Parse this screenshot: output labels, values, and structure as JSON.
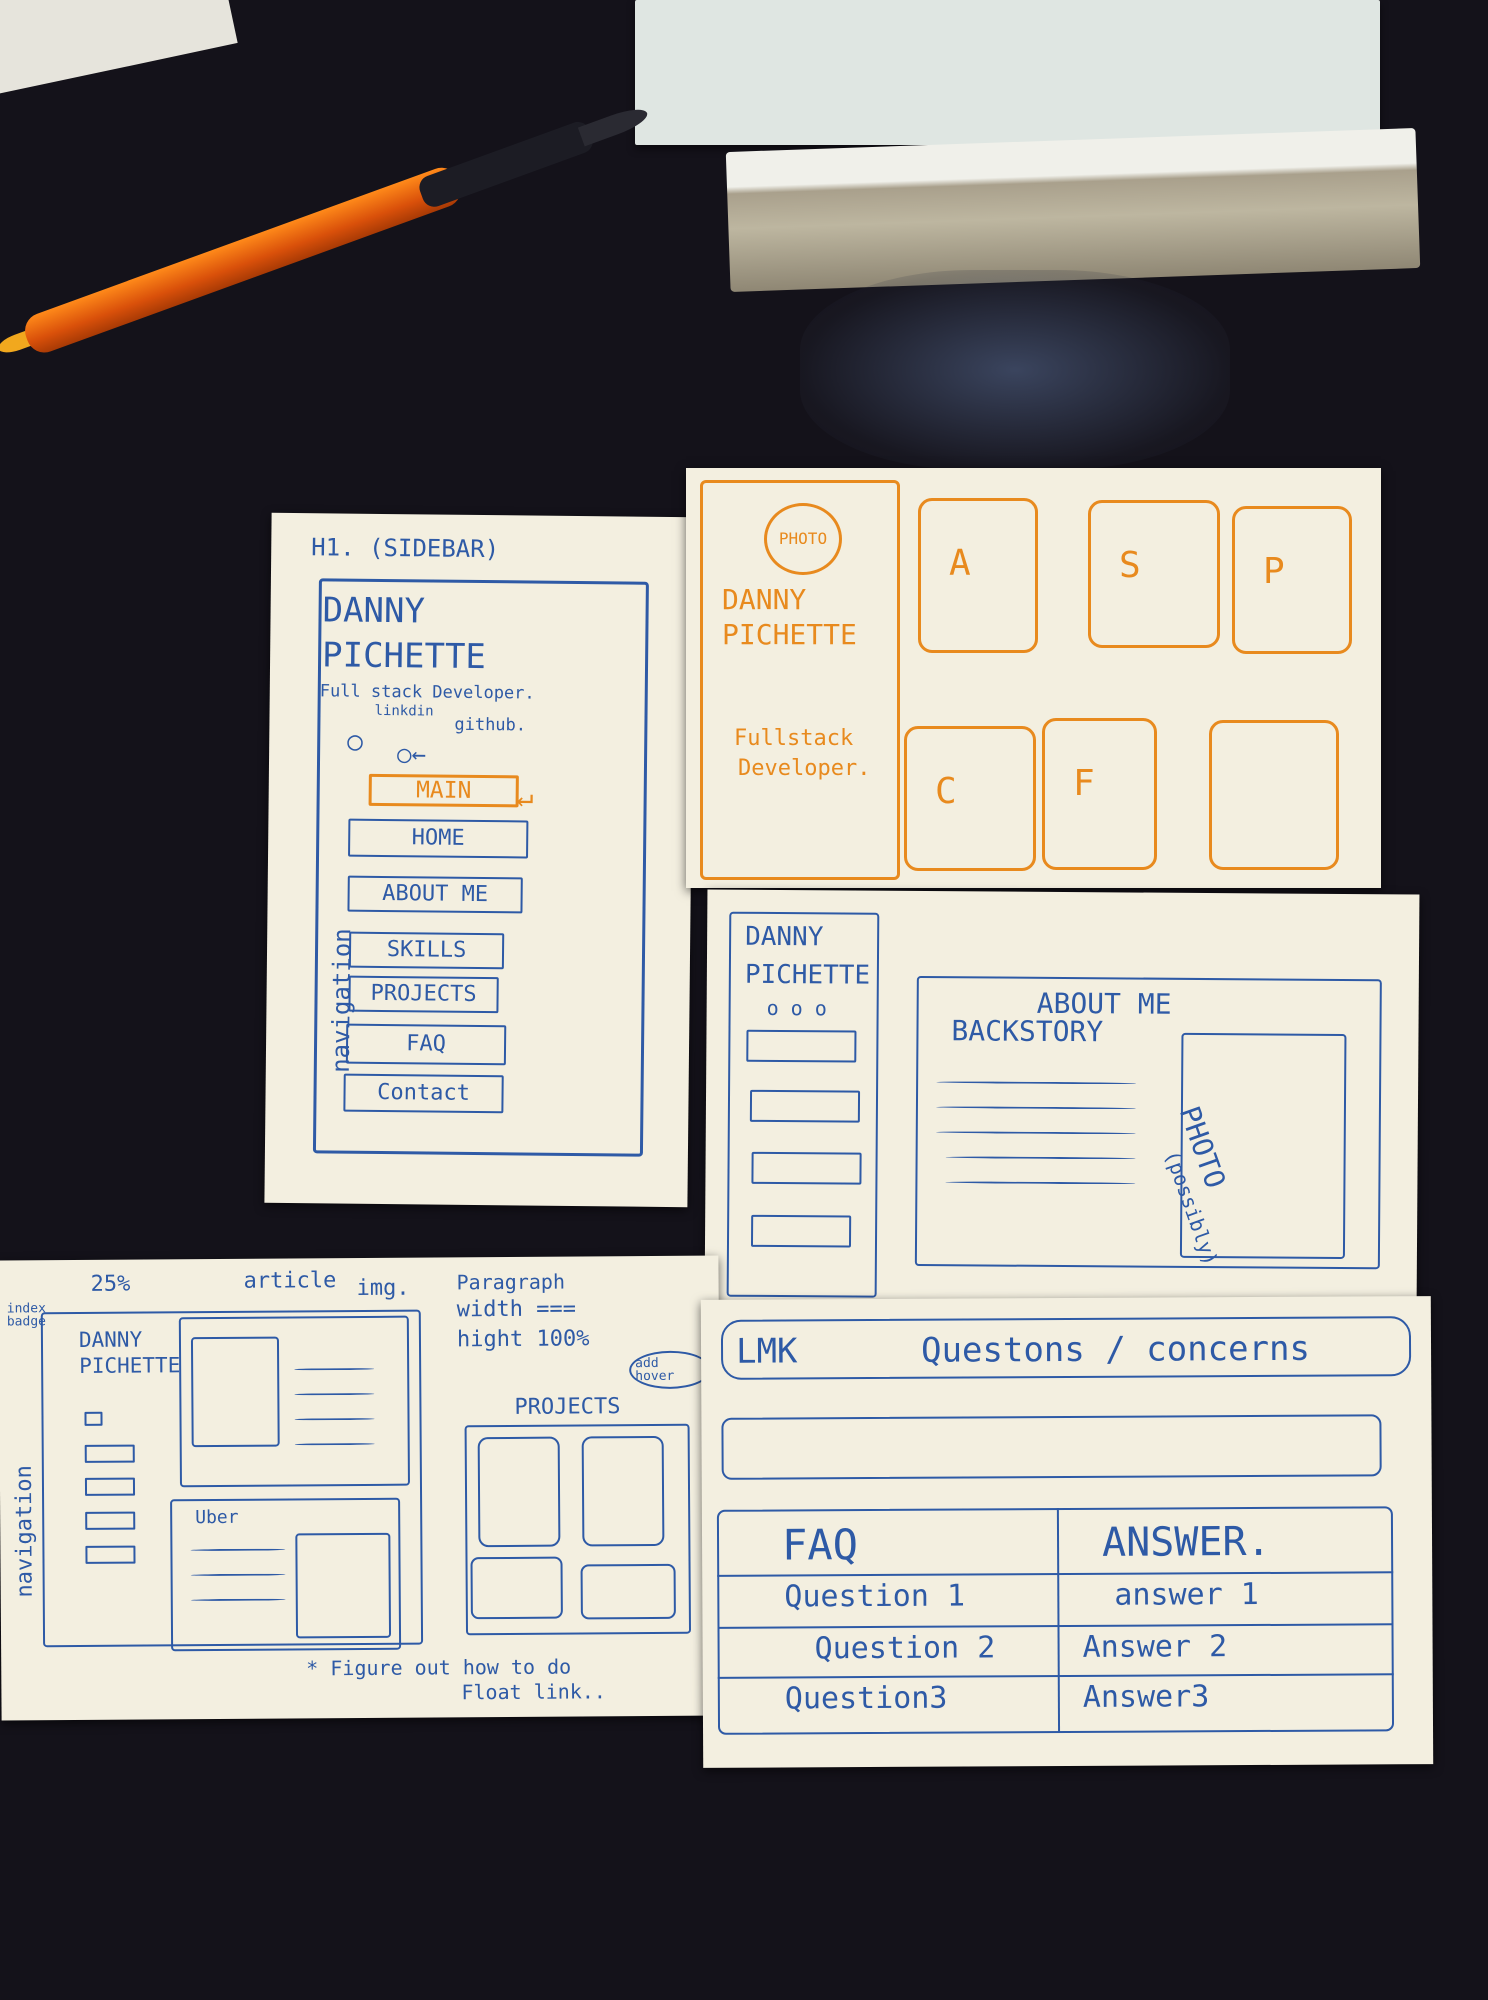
{
  "sidebar_card": {
    "heading": "H1. (SIDEBAR)",
    "name_line1": "DANNY",
    "name_line2": "PICHETTE",
    "subtitle": "Full stack Developer.",
    "link_linkedin": "linkdin",
    "link_github": "github.",
    "main_label": "MAIN",
    "nav_items": [
      "HOME",
      "ABOUT ME",
      "SKILLS",
      "PROJECTS",
      "FAQ",
      "Contact"
    ],
    "side_label": "navigation"
  },
  "tiles_card": {
    "photo_label": "PHOTO",
    "name_line1": "DANNY",
    "name_line2": "PICHETTE",
    "role_line1": "Fullstack",
    "role_line2": "Developer.",
    "tiles": [
      "A",
      "S",
      "P",
      "C",
      "F",
      ""
    ]
  },
  "about_card": {
    "name_line1": "DANNY",
    "name_line2": "PICHETTE",
    "dots": "o o o",
    "title": "ABOUT ME",
    "subtitle": "BACKSTORY",
    "photo_label": "PHOTO",
    "photo_note": "(possibly)"
  },
  "layout_card": {
    "percent": "25%",
    "article": "article",
    "img": "img.",
    "paragraph_line1": "Paragraph",
    "paragraph_line2": "width ===",
    "paragraph_line3": "hight 100%",
    "index_note": "index badge",
    "add_note": "add hover",
    "name_line1": "DANNY",
    "name_line2": "PICHETTE",
    "inner_label": "Uber",
    "projects": "PROJECTS",
    "side_label": "navigation",
    "footnote_line1": "* Figure out how to do",
    "footnote_line2": "Float link.."
  },
  "faq_card": {
    "header_left": "LMK",
    "header_right": "Questons / concerns",
    "col_faq": "FAQ",
    "col_answer": "ANSWER.",
    "rows": [
      {
        "q": "Question 1",
        "a": "answer 1"
      },
      {
        "q": "Question 2",
        "a": "Answer 2"
      },
      {
        "q": "Question3",
        "a": "Answer3"
      }
    ]
  },
  "colors": {
    "background": "#14121a",
    "card": "#f3efe0",
    "ink_blue": "#2e5aa6",
    "ink_orange": "#e88a1e"
  }
}
